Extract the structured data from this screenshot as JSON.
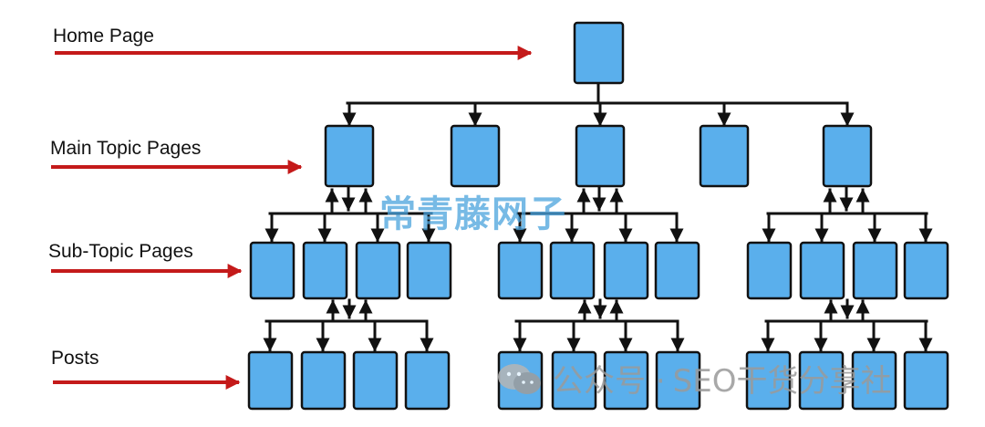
{
  "labels": {
    "home": "Home Page",
    "main": "Main Topic Pages",
    "sub": "Sub-Topic Pages",
    "posts": "Posts"
  },
  "watermark": "常青藤网子",
  "credit": {
    "prefix": "公众号 · ",
    "name": "SEO干货分享社"
  },
  "colors": {
    "node_fill": "#5aafec",
    "node_stroke": "#111111",
    "connector": "#111111",
    "level_arrow": "#c41a1a"
  }
}
